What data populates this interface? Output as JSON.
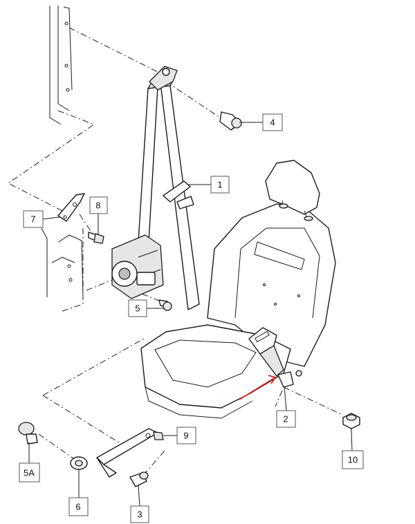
{
  "callouts": {
    "c1": "1",
    "c2": "2",
    "c3": "3",
    "c4": "4",
    "c5": "5",
    "c5a": "5A",
    "c6": "6",
    "c7": "7",
    "c8": "8",
    "c9": "9",
    "c10": "10"
  },
  "colors": {
    "line": "#1a1a1a",
    "highlight_arrow": "#e32020"
  }
}
